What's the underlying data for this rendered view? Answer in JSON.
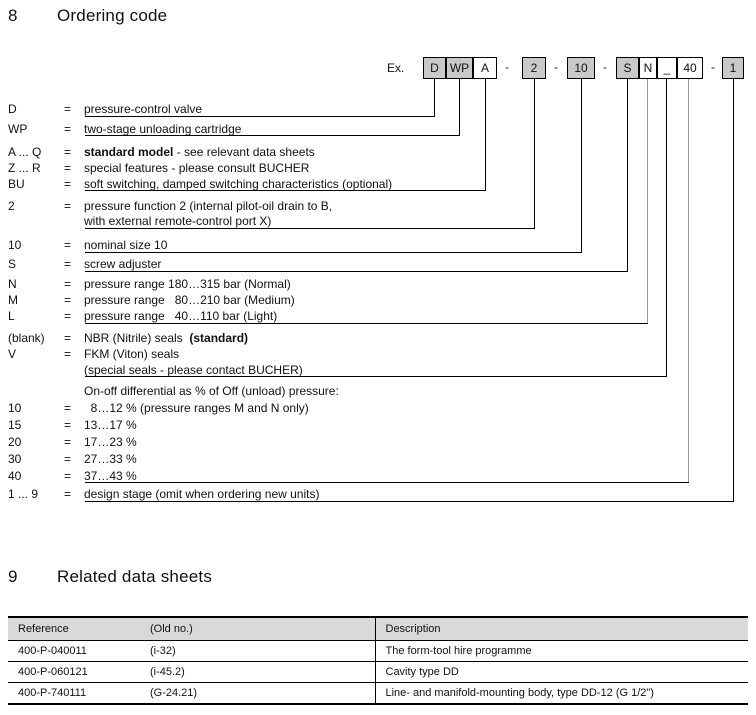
{
  "section8": {
    "number": "8",
    "title": "Ordering code"
  },
  "example": {
    "label": "Ex.",
    "boxes": [
      {
        "text": "D",
        "kind": "box",
        "filled": true
      },
      {
        "text": "WP",
        "kind": "box",
        "filled": true
      },
      {
        "text": "A",
        "kind": "box",
        "filled": false
      },
      {
        "text": "-",
        "kind": "dash"
      },
      {
        "text": "2",
        "kind": "box",
        "filled": true
      },
      {
        "text": "-",
        "kind": "dash"
      },
      {
        "text": "10",
        "kind": "box",
        "filled": true
      },
      {
        "text": "-",
        "kind": "dash"
      },
      {
        "text": "S",
        "kind": "box",
        "filled": true
      },
      {
        "text": "N",
        "kind": "box",
        "filled": false
      },
      {
        "text": "_",
        "kind": "box",
        "filled": false
      },
      {
        "text": "40",
        "kind": "box",
        "filled": false
      },
      {
        "text": "-",
        "kind": "dash"
      },
      {
        "text": "1",
        "kind": "box",
        "filled": true
      }
    ]
  },
  "ordering": {
    "rows": [
      {
        "code": "D",
        "eq": "=",
        "text": "pressure-control valve"
      },
      {
        "code": "WP",
        "eq": "=",
        "text": "two-stage unloading cartridge"
      },
      {
        "code": "A ... Q",
        "eq": "=",
        "bold": "standard model",
        "text": " - see relevant data sheets"
      },
      {
        "code": "Z ... R",
        "eq": "=",
        "text": "special features - please consult BUCHER"
      },
      {
        "code": "BU",
        "eq": "=",
        "text": "soft switching, damped switching characteristics (optional)"
      },
      {
        "code": "2",
        "eq": "=",
        "text": "pressure function 2 (internal pilot-oil drain to B,"
      },
      {
        "code": "",
        "eq": "",
        "text": "with external remote-control port X)"
      },
      {
        "code": "10",
        "eq": "=",
        "text": "nominal size 10"
      },
      {
        "code": "S",
        "eq": "=",
        "text": "screw adjuster"
      },
      {
        "code": "N",
        "eq": "=",
        "text": "pressure range 180…315 bar (Normal)"
      },
      {
        "code": "M",
        "eq": "=",
        "text": "pressure range   80…210 bar (Medium)"
      },
      {
        "code": "L",
        "eq": "=",
        "text": "pressure range   40…110 bar (Light)"
      },
      {
        "code": "(blank)",
        "eq": "=",
        "text": "NBR (Nitrile) seals  ",
        "bold_after": "(standard)"
      },
      {
        "code": "V",
        "eq": "=",
        "text": "FKM (Viton) seals"
      },
      {
        "code": "",
        "eq": "",
        "text": "(special seals - please contact BUCHER)"
      },
      {
        "code": "",
        "eq": "",
        "text": "On-off differential as % of Off (unload) pressure:"
      },
      {
        "code": "10",
        "eq": "=",
        "text": "  8…12 % (pressure ranges M and N only)"
      },
      {
        "code": "15",
        "eq": "=",
        "text": "13…17 %"
      },
      {
        "code": "20",
        "eq": "=",
        "text": "17…23 %"
      },
      {
        "code": "30",
        "eq": "=",
        "text": "27…33 %"
      },
      {
        "code": "40",
        "eq": "=",
        "text": "37…43 %"
      },
      {
        "code": "1 ... 9",
        "eq": "=",
        "text": "design stage (omit when ordering new units)"
      }
    ]
  },
  "section9": {
    "number": "9",
    "title": "Related data sheets"
  },
  "datasheets": {
    "headers": [
      "Reference",
      "(Old no.)",
      "Description"
    ],
    "rows": [
      [
        "400-P-040011",
        "(i-32)",
        "The form-tool hire programme"
      ],
      [
        "400-P-060121",
        "(i-45.2)",
        "Cavity type DD"
      ],
      [
        "400-P-740111",
        "(G-24.21)",
        "Line- and manifold-mounting body, type DD-12 (G 1/2\")"
      ]
    ]
  },
  "colors": {
    "box_fill": "#c9c9c9",
    "box_empty": "#ffffff",
    "table_header_bg": "#d9d9d9",
    "line_black": "#000000",
    "line_gray": "#9b9b9b"
  }
}
